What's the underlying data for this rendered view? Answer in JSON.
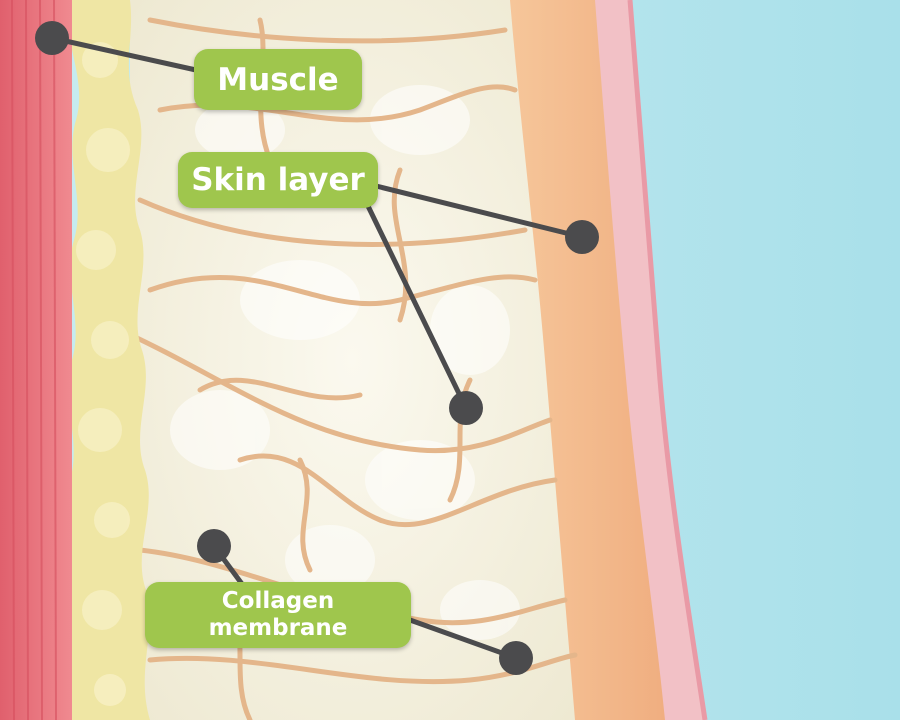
{
  "labels": {
    "muscle": "Muscle",
    "skin_layer": "Skin layer",
    "collagen_line1": "Collagen",
    "collagen_line2": "membrane"
  },
  "colors": {
    "background_water": "#b6e5ec",
    "muscle": "#e8707a",
    "fat": "#f0e8a8",
    "tissue": "#f3efde",
    "dermis": "#f3b98a",
    "epidermis": "#f3c3c8",
    "collagen_fiber": "#e6b98f",
    "label_fill": "#9fc64d",
    "pointer": "#4b4b4d"
  }
}
